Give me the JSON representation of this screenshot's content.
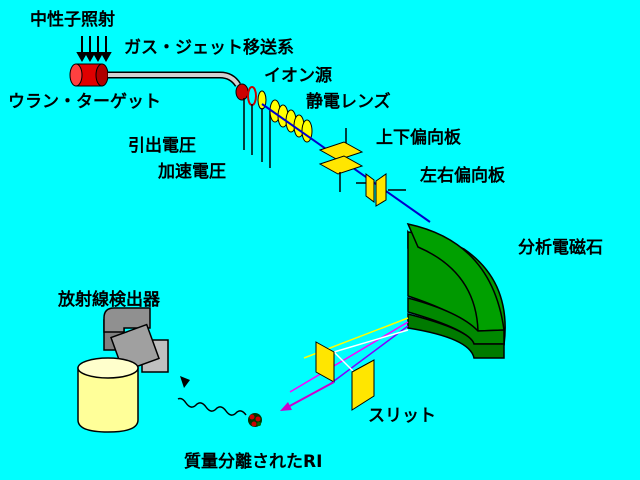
{
  "labels": {
    "neutron": "中性子照射",
    "gas_jet": "ガス・ジェット移送系",
    "uranium_target": "ウラン・ターゲット",
    "ion_source": "イオン源",
    "electrostatic_lens": "静電レンズ",
    "extraction_voltage": "引出電圧",
    "acceleration_voltage": "加速電圧",
    "vertical_deflector": "上下偏向板",
    "horizontal_deflector": "左右偏向板",
    "analyzing_magnet": "分析電磁石",
    "detector": "放射線検出器",
    "slit": "スリット",
    "separated_ri": "質量分離されたRI"
  },
  "colors": {
    "background": "#00ffff",
    "target": "#ff2020",
    "lens": "#ffff00",
    "deflector": "#ffe600",
    "magnet": "#009900",
    "beam": "#0000cc",
    "detector_body": "#ffff99"
  }
}
